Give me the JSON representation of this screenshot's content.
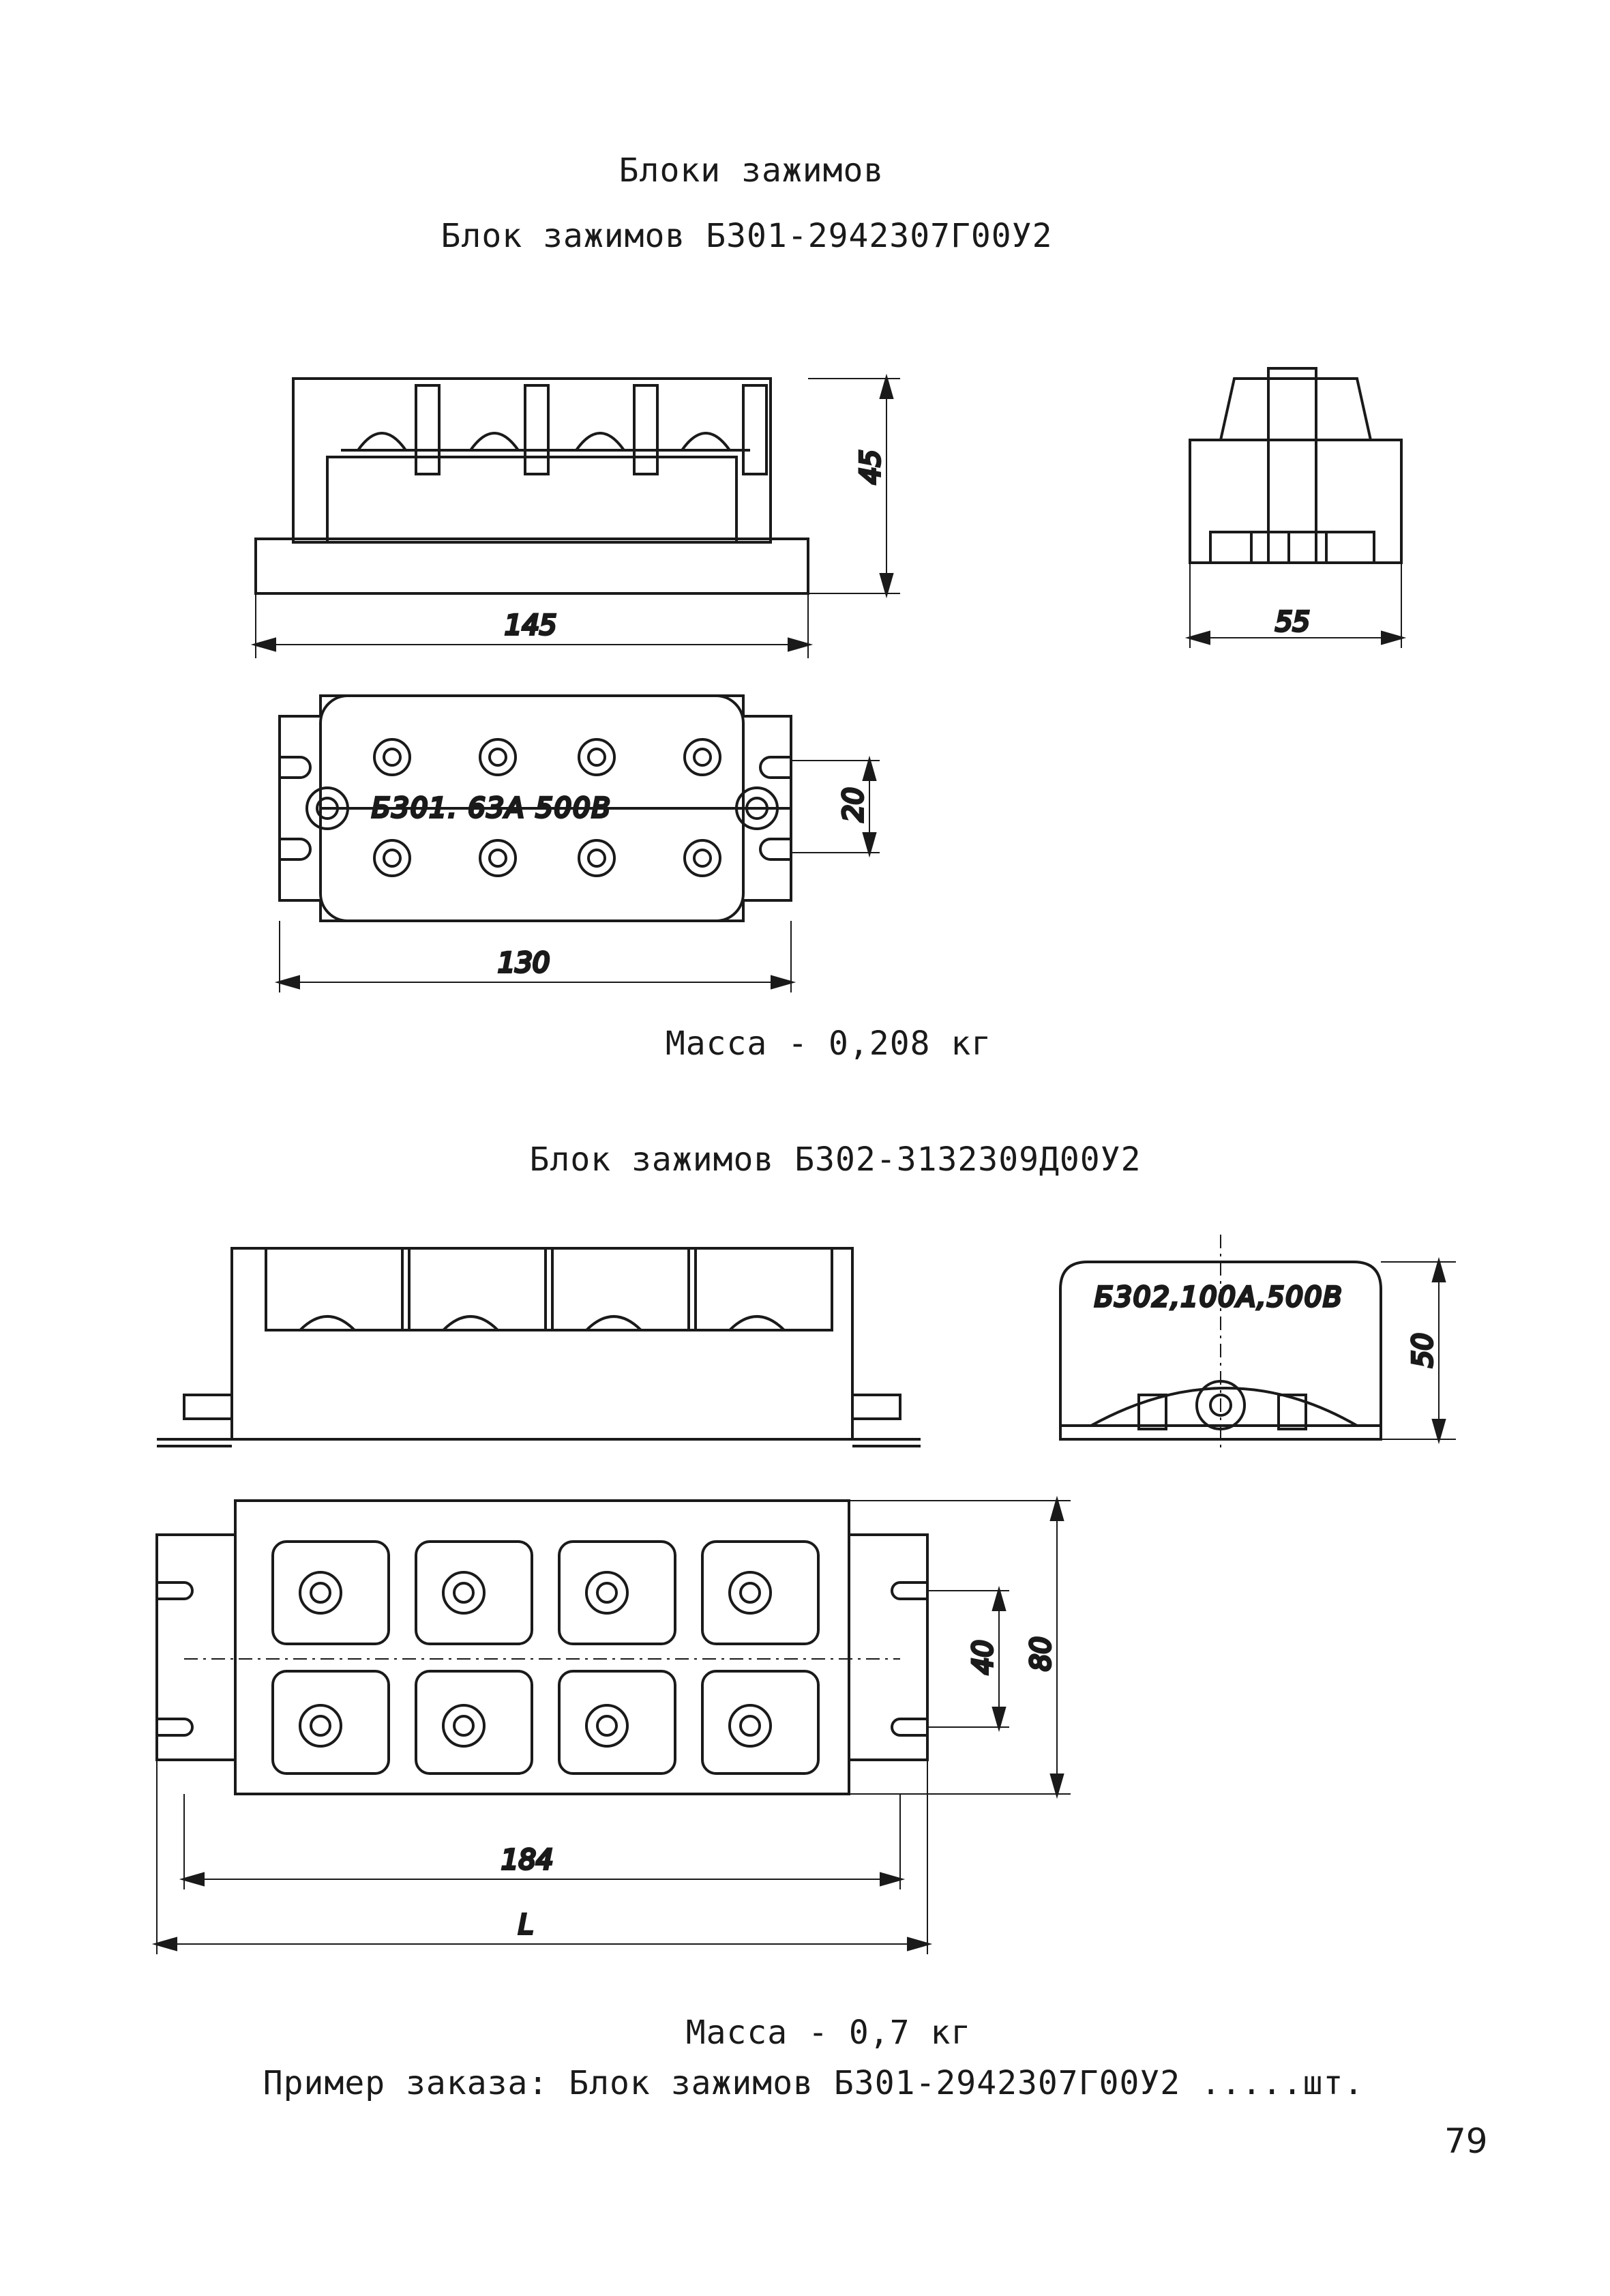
{
  "header": {
    "section_title": "Блоки зажимов",
    "block1_title": "Блок зажимов БЗ01-2942307Г00У2"
  },
  "block1": {
    "dim_height": "45",
    "dim_length": "145",
    "dim_width": "55",
    "dim_pitch": "20",
    "dim_mount": "130",
    "marking": "Б301. 63А 500В",
    "mass": "Масса - 0,208 кг"
  },
  "block2": {
    "title": "Блок зажимов БЗ02-3132309Д00У2",
    "marking": "Б302,100А,500В",
    "dim_height": "50",
    "dim_pitch": "40",
    "dim_width": "80",
    "dim_mount": "184",
    "dim_total": "L",
    "mass": "Масса - 0,7 кг"
  },
  "footer": {
    "order_example": "Пример заказа: Блок зажимов БЗ01-2942307Г00У2 .....шт.",
    "page_number": "79"
  }
}
